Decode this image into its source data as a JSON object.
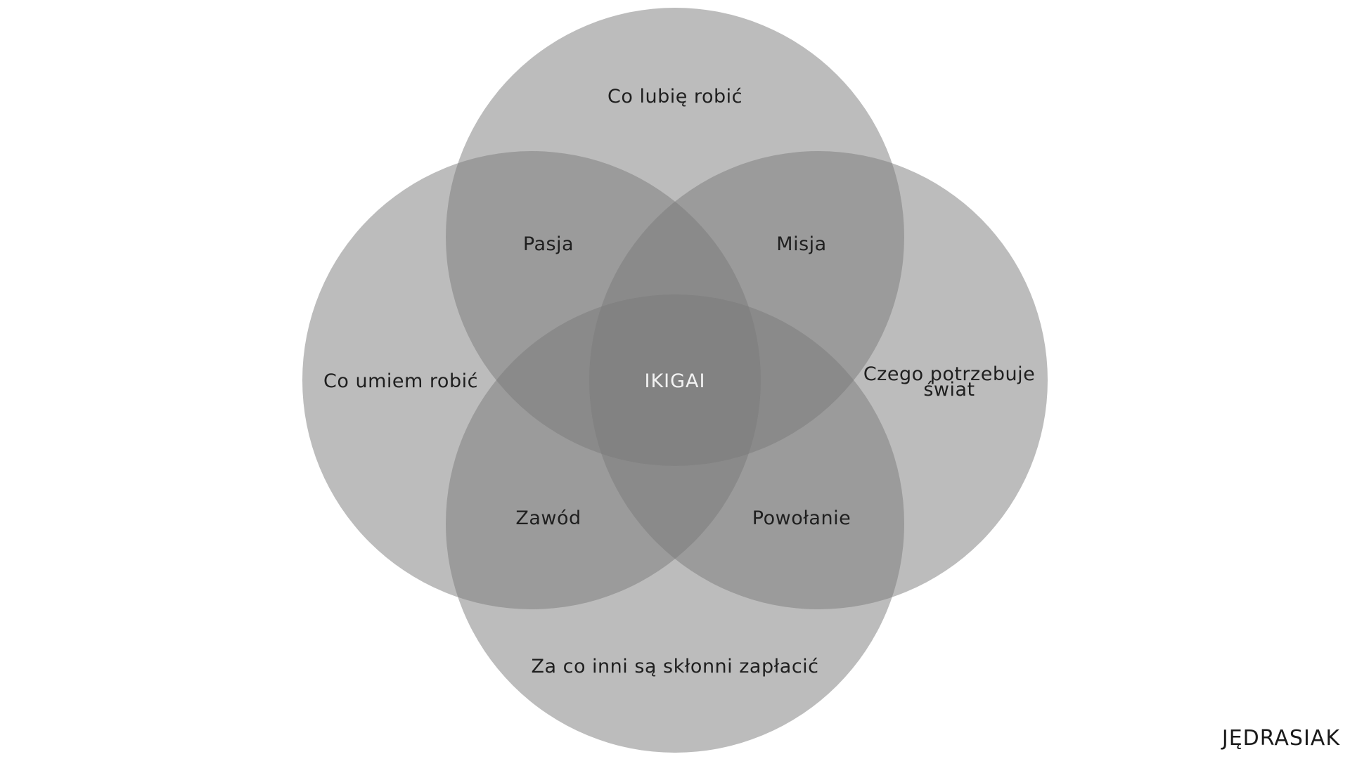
{
  "diagram": {
    "circles": [
      {
        "id": "love",
        "label": "Co lubię robić"
      },
      {
        "id": "good_at",
        "label": "Co umiem robić"
      },
      {
        "id": "needs",
        "label_line1": "Czego potrzebuje",
        "label_line2": "świat"
      },
      {
        "id": "paid",
        "label": "Za co inni są skłonni zapłacić"
      }
    ],
    "overlaps": {
      "passion": "Pasja",
      "mission": "Misja",
      "profession": "Zawód",
      "vocation": "Powołanie",
      "center": "IKIGAI"
    },
    "fill_color": "#7a7a7a"
  },
  "brand": "JĘDRASIAK"
}
